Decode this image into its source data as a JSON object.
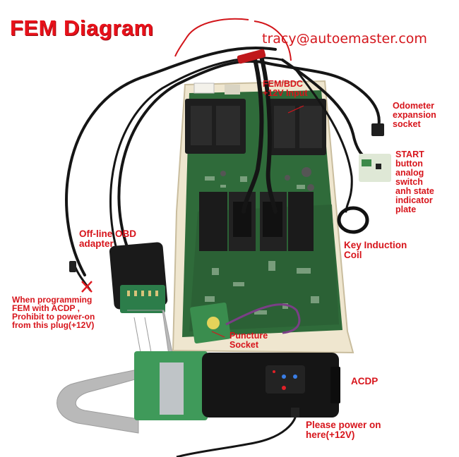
{
  "title": "FEM Diagram",
  "email": "tracy@autoemaster.com",
  "labels": {
    "fem_bdc_line1": "FEM/BDC",
    "fem_bdc_line2": "+12V Input",
    "odometer_1": "Odometer",
    "odometer_2": "expansion",
    "odometer_3": "socket",
    "start_1": "START",
    "start_2": "button",
    "start_3": "analog",
    "start_4": "switch",
    "start_5": "anh state",
    "start_6": "indicator",
    "start_7": "plate",
    "key_1": "Key Induction",
    "key_2": "Coil",
    "offline_1": "Off-line OBD",
    "offline_2": "adapter",
    "warn_1": "When programming",
    "warn_2": "FEM with ACDP ,",
    "warn_3": "Prohibit to power-on",
    "warn_4": "from this plug(+12V)",
    "puncture_1": "Puncture",
    "puncture_2": "Socket",
    "acdp": "ACDP",
    "power_1": "Please power on",
    "power_2": "here(+12V)"
  },
  "colors": {
    "accent_red": "#d7141b",
    "pcb_green": "#2f6b3a",
    "board_frame": "#efe6cf",
    "connector_black": "#1e1e1e"
  }
}
